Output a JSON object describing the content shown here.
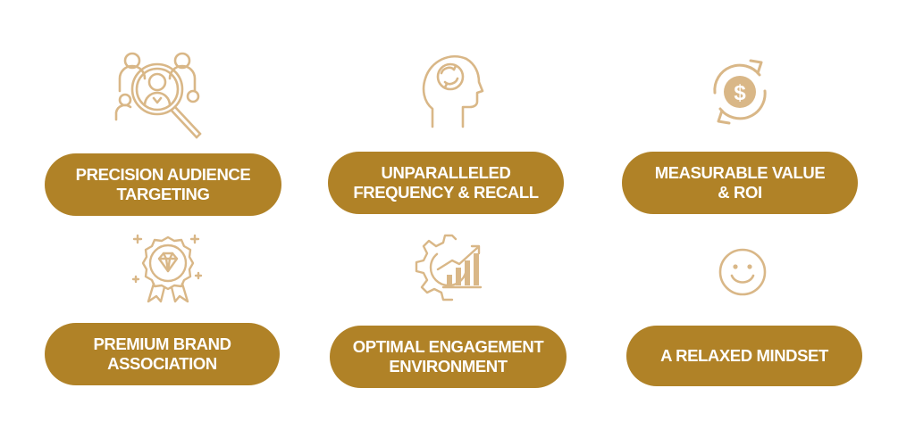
{
  "colors": {
    "accent": "#B08227",
    "icon": "#D9B787",
    "label_text": "#FFFFFF",
    "background": "#FFFFFF"
  },
  "benefits": [
    {
      "icon": "audience-magnifier-icon",
      "label": "PRECISION AUDIENCE\nTARGETING"
    },
    {
      "icon": "head-brain-icon",
      "label": "UNPARALLELED\nFREQUENCY & RECALL"
    },
    {
      "icon": "dollar-cycle-icon",
      "label": "MEASURABLE VALUE\n& ROI"
    },
    {
      "icon": "diamond-badge-icon",
      "label": "PREMIUM BRAND\nASSOCIATION"
    },
    {
      "icon": "gear-growth-chart-icon",
      "label": "OPTIMAL ENGAGEMENT\nENVIRONMENT"
    },
    {
      "icon": "smiley-face-icon",
      "label": "A RELAXED MINDSET"
    }
  ]
}
